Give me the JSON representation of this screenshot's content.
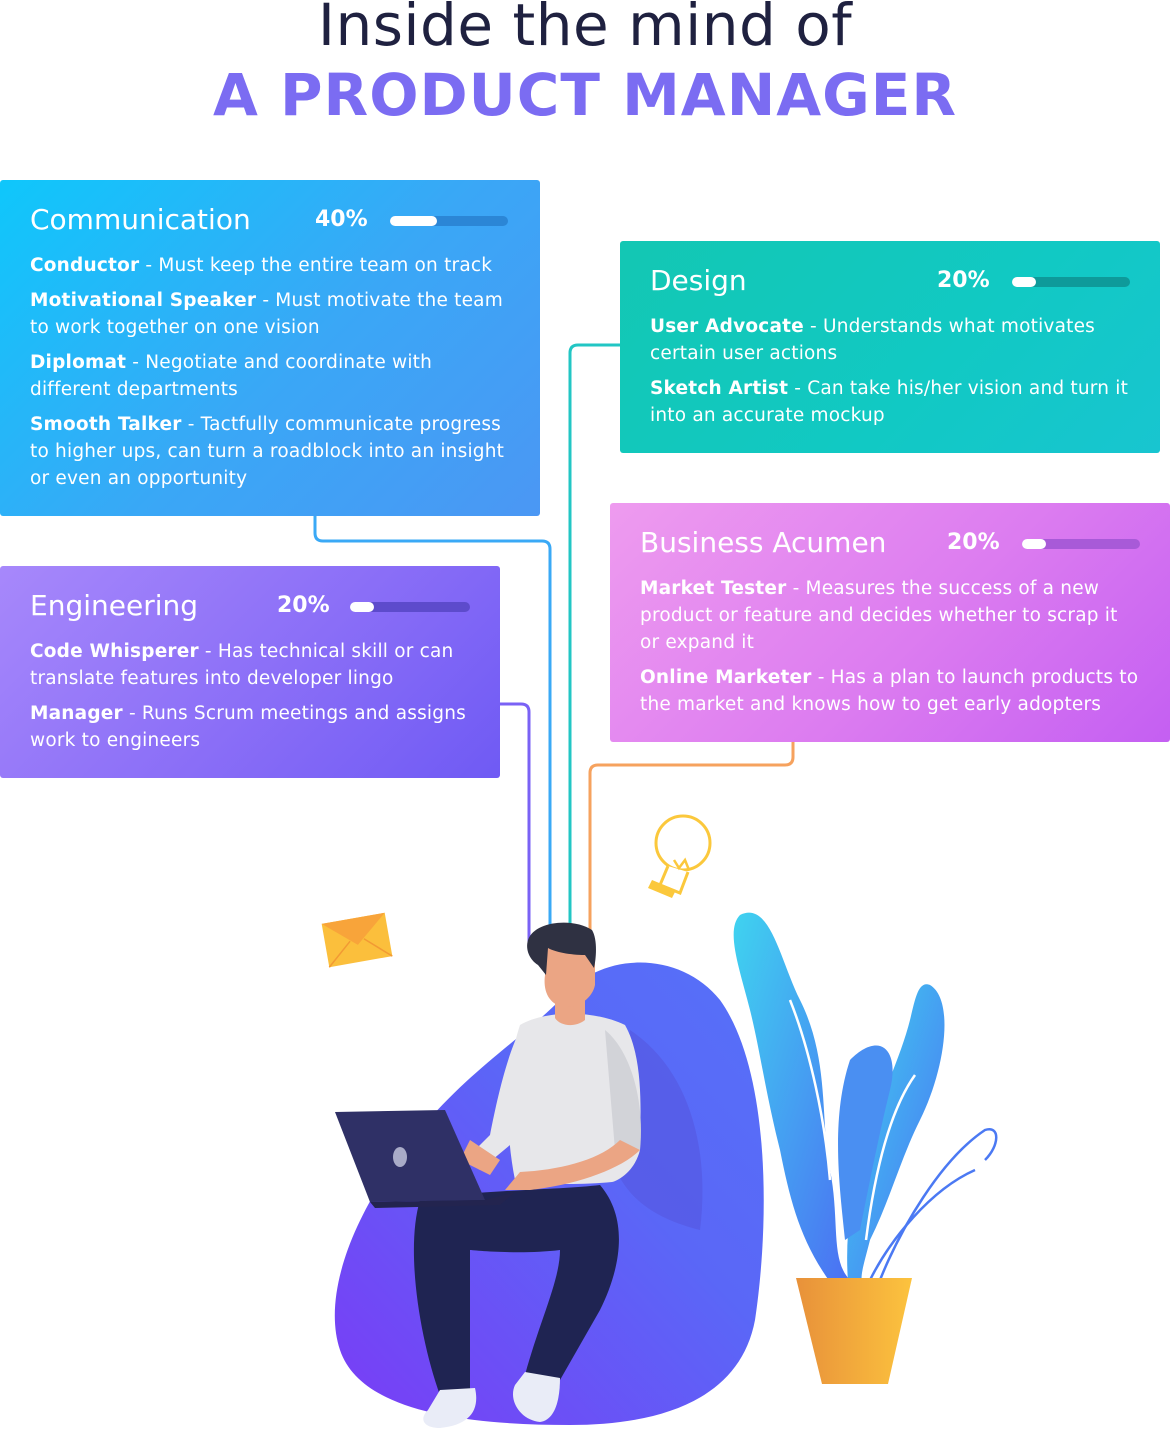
{
  "title": {
    "line1": "Inside the mind of",
    "line2": "A PRODUCT MANAGER"
  },
  "colors": {
    "title_dark": "#1f2140",
    "title_accent": "#7b6cf2",
    "communication": "#2fb2f8",
    "design": "#12c8bd",
    "business": "#dd7ff0",
    "engineering": "#8b6ff7",
    "connector_orange": "#f6a25e"
  },
  "cards": {
    "communication": {
      "title": "Communication",
      "percent_label": "40%",
      "percent": 0.4,
      "items": [
        {
          "term": "Conductor",
          "desc": " - Must keep the entire team on track"
        },
        {
          "term": "Motivational Speaker",
          "desc": " - Must motivate the team to work together on one vision"
        },
        {
          "term": "Diplomat",
          "desc": " - Negotiate and coordinate with different departments"
        },
        {
          "term": "Smooth Talker",
          "desc": " - Tactfully communicate progress to higher ups, can turn a roadblock into an insight or even an opportunity"
        }
      ]
    },
    "design": {
      "title": "Design",
      "percent_label": "20%",
      "percent": 0.2,
      "items": [
        {
          "term": "User Advocate",
          "desc": " - Understands what motivates certain user actions"
        },
        {
          "term": "Sketch Artist",
          "desc": " - Can take his/her vision and turn it into an accurate mockup"
        }
      ]
    },
    "business": {
      "title": "Business Acumen",
      "percent_label": "20%",
      "percent": 0.2,
      "items": [
        {
          "term": "Market Tester",
          "desc": " - Measures the success of a new product or feature and decides whether to scrap it or expand it"
        },
        {
          "term": "Online Marketer",
          "desc": " - Has a plan to launch products to the market and knows how to get early adopters"
        }
      ]
    },
    "engineering": {
      "title": "Engineering",
      "percent_label": "20%",
      "percent": 0.2,
      "items": [
        {
          "term": "Code Whisperer",
          "desc": " - Has technical skill or can translate features into developer lingo"
        },
        {
          "term": "Manager",
          "desc": " - Runs Scrum meetings and assigns work to engineers"
        }
      ]
    }
  },
  "illustration": {
    "icons": [
      "envelope-icon",
      "lightbulb-icon",
      "laptop-icon",
      "plant-icon",
      "beanbag-icon",
      "person-icon"
    ]
  }
}
